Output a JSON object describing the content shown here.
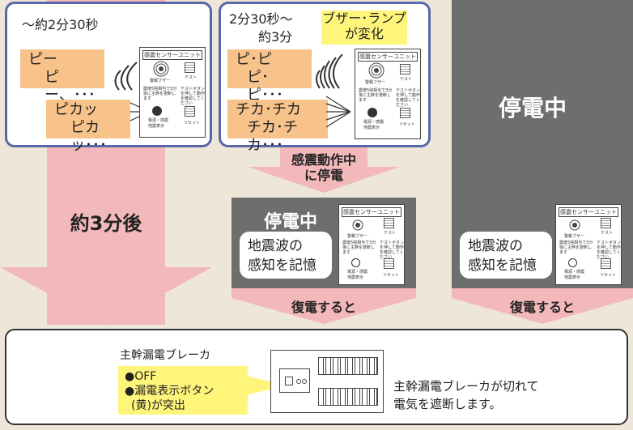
{
  "panel1": {
    "time": "～約2分30秒",
    "sound": [
      "ピー",
      "ピー、･･･"
    ],
    "flash": [
      "ピカッ",
      "ピカッ･･･"
    ]
  },
  "panel2": {
    "time": [
      "2分30秒～",
      "約3分"
    ],
    "change": [
      "ブザー･ランプ",
      "が変化"
    ],
    "sound": [
      "ピ･ピ",
      "ピ･ピ･･･"
    ],
    "flash": [
      "チカ･チカ",
      "チカ･チカ･･･"
    ]
  },
  "sensor": {
    "title": "感震センサーユニット",
    "buzzer": "警報ブザー",
    "test": "テスト",
    "note": "震度5強相当で3分後に主幹を遮断します",
    "test_note": "テストボタンを押して動作を確認してください",
    "lamp": "電源・感震",
    "lamp2": "地震表示",
    "reset": "リセット"
  },
  "col1": {
    "after": "約3分後"
  },
  "col2": {
    "arrow_outage": [
      "感震動作中",
      "に停電"
    ],
    "outage": "停電中",
    "memory": [
      "地震波の",
      "感知を記憶"
    ],
    "restore": "復電すると"
  },
  "col3": {
    "outage": "停電中",
    "memory": [
      "地震波の",
      "感知を記憶"
    ],
    "restore": "復電すると"
  },
  "bottom": {
    "breaker_title": "主幹漏電ブレーカ",
    "bullets": [
      "●OFF",
      "●漏電表示ボタン",
      "(黄)が突出"
    ],
    "result": [
      "主幹漏電ブレーカが切れて",
      "電気を遮断します。"
    ]
  },
  "colors": {
    "pink": "#f3b8ba",
    "orange": "#f8c38a",
    "yellow": "#fff57a",
    "gray": "#6e6e6e",
    "panel_border": "#5867aa",
    "background": "#eee6d8"
  }
}
